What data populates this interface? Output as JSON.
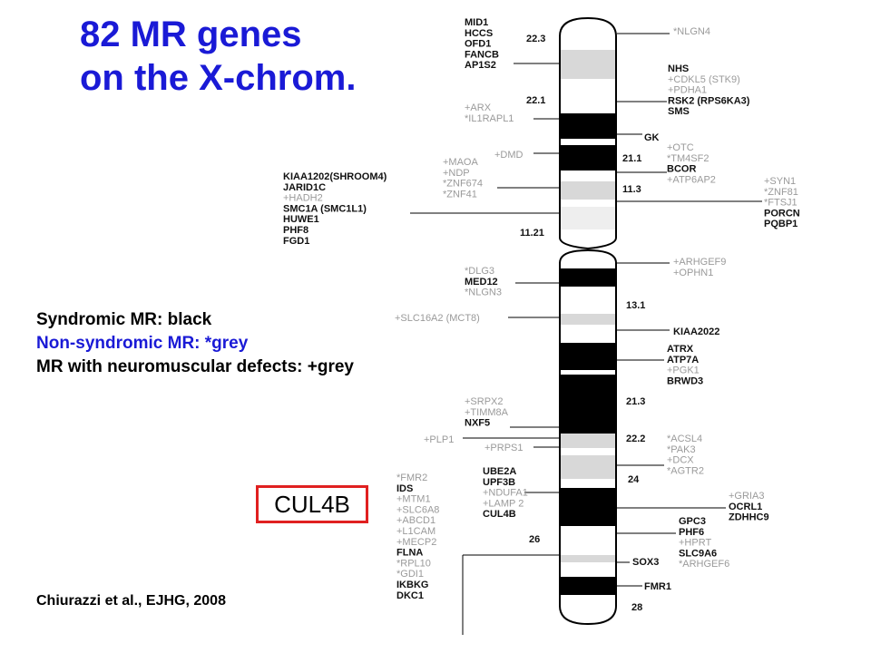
{
  "title": {
    "line1": "82 MR genes",
    "line2": "on the X-chrom."
  },
  "legend": {
    "syndromic": "Syndromic MR: black",
    "non_syndromic": "Non-syndromic MR: *grey",
    "neuromuscular": "MR with neuromuscular defects: +grey"
  },
  "highlight_label": "CUL4B",
  "citation": "Chiurazzi et al., EJHG, 2008",
  "band_labels": [
    "22.3",
    "22.1",
    "21.1",
    "11.3",
    "11.21",
    "13.1",
    "21.3",
    "22.2",
    "24",
    "26",
    "28"
  ],
  "colors": {
    "title": "#1a1ad6",
    "highlight_border": "#e02020",
    "grey_gene": "#9a9a9a",
    "black_gene": "#111111"
  },
  "gene_groups": [
    {
      "genes": [
        {
          "t": "MID1",
          "c": "b"
        },
        {
          "t": "HCCS",
          "c": "b"
        },
        {
          "t": "OFD1",
          "c": "b"
        },
        {
          "t": "FANCB",
          "c": "b"
        },
        {
          "t": "AP1S2",
          "c": "b"
        }
      ]
    },
    {
      "genes": [
        {
          "t": "*NLGN4",
          "c": "g"
        }
      ]
    },
    {
      "genes": [
        {
          "t": "NHS",
          "c": "b"
        },
        {
          "t": "+CDKL5 (STK9)",
          "c": "g"
        },
        {
          "t": "+PDHA1",
          "c": "g"
        },
        {
          "t": "RSK2 (RPS6KA3)",
          "c": "b"
        },
        {
          "t": "SMS",
          "c": "b"
        }
      ]
    },
    {
      "genes": [
        {
          "t": "+ARX",
          "c": "g"
        },
        {
          "t": "*IL1RAPL1",
          "c": "g"
        }
      ]
    },
    {
      "genes": [
        {
          "t": "GK",
          "c": "b"
        }
      ]
    },
    {
      "genes": [
        {
          "t": "+DMD",
          "c": "g"
        }
      ]
    },
    {
      "genes": [
        {
          "t": "+OTC",
          "c": "g"
        },
        {
          "t": "*TM4SF2",
          "c": "g"
        },
        {
          "t": "BCOR",
          "c": "b"
        },
        {
          "t": "+ATP6AP2",
          "c": "g"
        }
      ]
    },
    {
      "genes": [
        {
          "t": "+MAOA",
          "c": "g"
        },
        {
          "t": "+NDP",
          "c": "g"
        },
        {
          "t": "*ZNF674",
          "c": "g"
        },
        {
          "t": "*ZNF41",
          "c": "g"
        }
      ]
    },
    {
      "genes": [
        {
          "t": "KIAA1202(SHROOM4)",
          "c": "b"
        },
        {
          "t": "JARID1C",
          "c": "b"
        },
        {
          "t": "+HADH2",
          "c": "g"
        },
        {
          "t": "SMC1A (SMC1L1)",
          "c": "b"
        },
        {
          "t": "HUWE1",
          "c": "b"
        },
        {
          "t": "PHF8",
          "c": "b"
        },
        {
          "t": "FGD1",
          "c": "b"
        }
      ]
    },
    {
      "genes": [
        {
          "t": "+SYN1",
          "c": "g"
        },
        {
          "t": "*ZNF81",
          "c": "g"
        },
        {
          "t": "*FTSJ1",
          "c": "g"
        },
        {
          "t": "PORCN",
          "c": "b"
        },
        {
          "t": "PQBP1",
          "c": "b"
        }
      ]
    },
    {
      "genes": [
        {
          "t": "+ARHGEF9",
          "c": "g"
        },
        {
          "t": "+OPHN1",
          "c": "g"
        }
      ]
    },
    {
      "genes": [
        {
          "t": "*DLG3",
          "c": "g"
        },
        {
          "t": "MED12",
          "c": "b"
        },
        {
          "t": "*NLGN3",
          "c": "g"
        }
      ]
    },
    {
      "genes": [
        {
          "t": "+SLC16A2 (MCT8)",
          "c": "g"
        }
      ]
    },
    {
      "genes": [
        {
          "t": "KIAA2022",
          "c": "b"
        }
      ]
    },
    {
      "genes": [
        {
          "t": "ATRX",
          "c": "b"
        },
        {
          "t": "ATP7A",
          "c": "b"
        },
        {
          "t": "+PGK1",
          "c": "g"
        },
        {
          "t": "BRWD3",
          "c": "b"
        }
      ]
    },
    {
      "genes": [
        {
          "t": "+SRPX2",
          "c": "g"
        },
        {
          "t": "+TIMM8A",
          "c": "g"
        },
        {
          "t": "NXF5",
          "c": "b"
        }
      ]
    },
    {
      "genes": [
        {
          "t": "+PLP1",
          "c": "g"
        }
      ]
    },
    {
      "genes": [
        {
          "t": "+PRPS1",
          "c": "g"
        }
      ]
    },
    {
      "genes": [
        {
          "t": "*ACSL4",
          "c": "g"
        },
        {
          "t": "*PAK3",
          "c": "g"
        },
        {
          "t": "+DCX",
          "c": "g"
        },
        {
          "t": "*AGTR2",
          "c": "g"
        }
      ]
    },
    {
      "genes": [
        {
          "t": "*FMR2",
          "c": "g"
        },
        {
          "t": "IDS",
          "c": "b"
        },
        {
          "t": "+MTM1",
          "c": "g"
        },
        {
          "t": "+SLC6A8",
          "c": "g"
        },
        {
          "t": "+ABCD1",
          "c": "g"
        },
        {
          "t": "+L1CAM",
          "c": "g"
        },
        {
          "t": "+MECP2",
          "c": "g"
        },
        {
          "t": "FLNA",
          "c": "b"
        },
        {
          "t": "*RPL10",
          "c": "g"
        },
        {
          "t": "*GDI1",
          "c": "g"
        },
        {
          "t": "IKBKG",
          "c": "b"
        },
        {
          "t": "DKC1",
          "c": "b"
        }
      ]
    },
    {
      "genes": [
        {
          "t": "UBE2A",
          "c": "b"
        },
        {
          "t": "UPF3B",
          "c": "b"
        },
        {
          "t": "+NDUFA1",
          "c": "g"
        },
        {
          "t": "+LAMP 2",
          "c": "g"
        },
        {
          "t": "CUL4B",
          "c": "b"
        }
      ]
    },
    {
      "genes": [
        {
          "t": "+GRIA3",
          "c": "g"
        },
        {
          "t": "OCRL1",
          "c": "b"
        },
        {
          "t": "ZDHHC9",
          "c": "b"
        }
      ]
    },
    {
      "genes": [
        {
          "t": "GPC3",
          "c": "b"
        },
        {
          "t": "PHF6",
          "c": "b"
        },
        {
          "t": "+HPRT",
          "c": "g"
        },
        {
          "t": "SLC9A6",
          "c": "b"
        },
        {
          "t": "*ARHGEF6",
          "c": "g"
        }
      ]
    },
    {
      "genes": [
        {
          "t": "SOX3",
          "c": "b"
        }
      ]
    },
    {
      "genes": [
        {
          "t": "FMR1",
          "c": "b"
        }
      ]
    }
  ]
}
